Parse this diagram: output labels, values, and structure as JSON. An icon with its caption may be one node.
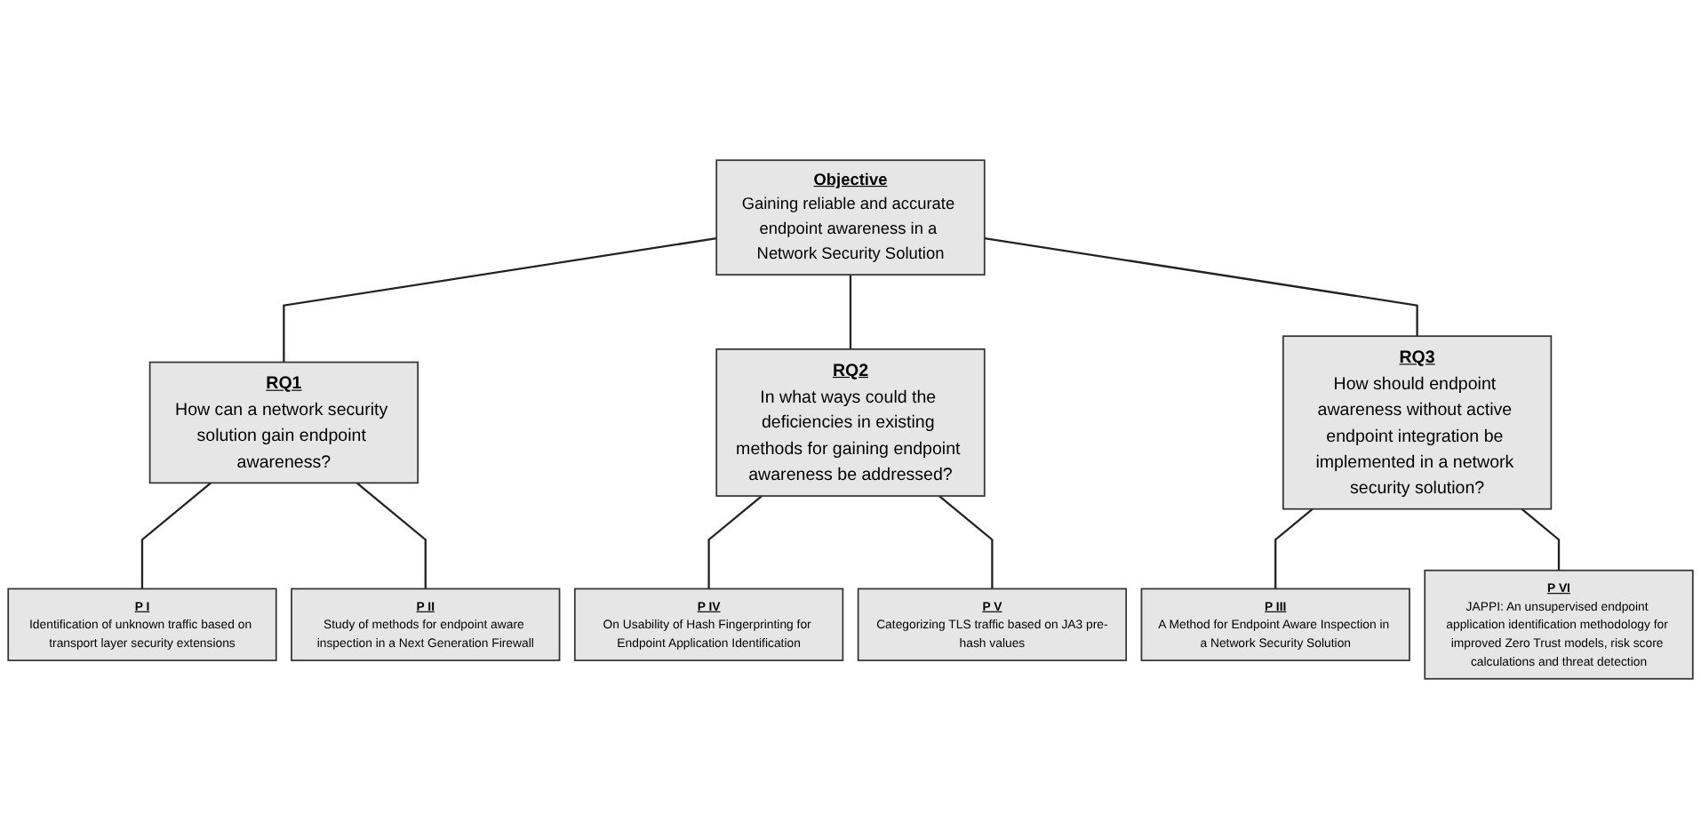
{
  "diagram": {
    "nodes": [
      {
        "text": [
          "Objective",
          "Gaining reliable and accurate endpoint awareness in a Network Security Solution"
        ]
      },
      {
        "text": [
          "RQ1",
          "How can a network security solution gain endpoint awareness?"
        ]
      },
      {
        "text": [
          "RQ2",
          "In what ways could the deficiencies in existing methods for gaining endpoint awareness be addressed?"
        ]
      },
      {
        "text": [
          "RQ3",
          "How should endpoint awareness without active endpoint integration be implemented in a network security solution?"
        ]
      },
      {
        "text": [
          "P I",
          "Identification of unknown traffic based on transport layer security extensions"
        ]
      },
      {
        "text": [
          "P II",
          "Study of methods for endpoint aware inspection in a Next Generation Firewall"
        ]
      },
      {
        "text": [
          "P III",
          "A Method for Endpoint Aware Inspection in a Network Security Solution"
        ]
      },
      {
        "text": [
          "P IV",
          "On Usability of Hash Fingerprinting for Endpoint Application Identification"
        ]
      },
      {
        "text": [
          "P V",
          "Categorizing TLS traffic based on JA3 pre-hash values"
        ]
      },
      {
        "text": [
          "P VI",
          "JAPPI: An unsupervised endpoint application identification methodology for improved Zero Trust models, risk score calculations and threat detection"
        ]
      }
    ],
    "edges": [
      {
        "from": 0,
        "to": 1,
        "arrow": "none"
      },
      {
        "from": 0,
        "to": 2,
        "arrow": "none"
      },
      {
        "from": 0,
        "to": 3,
        "arrow": "none"
      },
      {
        "from": 1,
        "to": 4,
        "arrow": "none"
      },
      {
        "from": 1,
        "to": 5,
        "arrow": "none"
      },
      {
        "from": 2,
        "to": 7,
        "arrow": "none"
      },
      {
        "from": 2,
        "to": 8,
        "arrow": "none"
      },
      {
        "from": 3,
        "to": 6,
        "arrow": "none"
      },
      {
        "from": 3,
        "to": 9,
        "arrow": "none"
      }
    ]
  }
}
